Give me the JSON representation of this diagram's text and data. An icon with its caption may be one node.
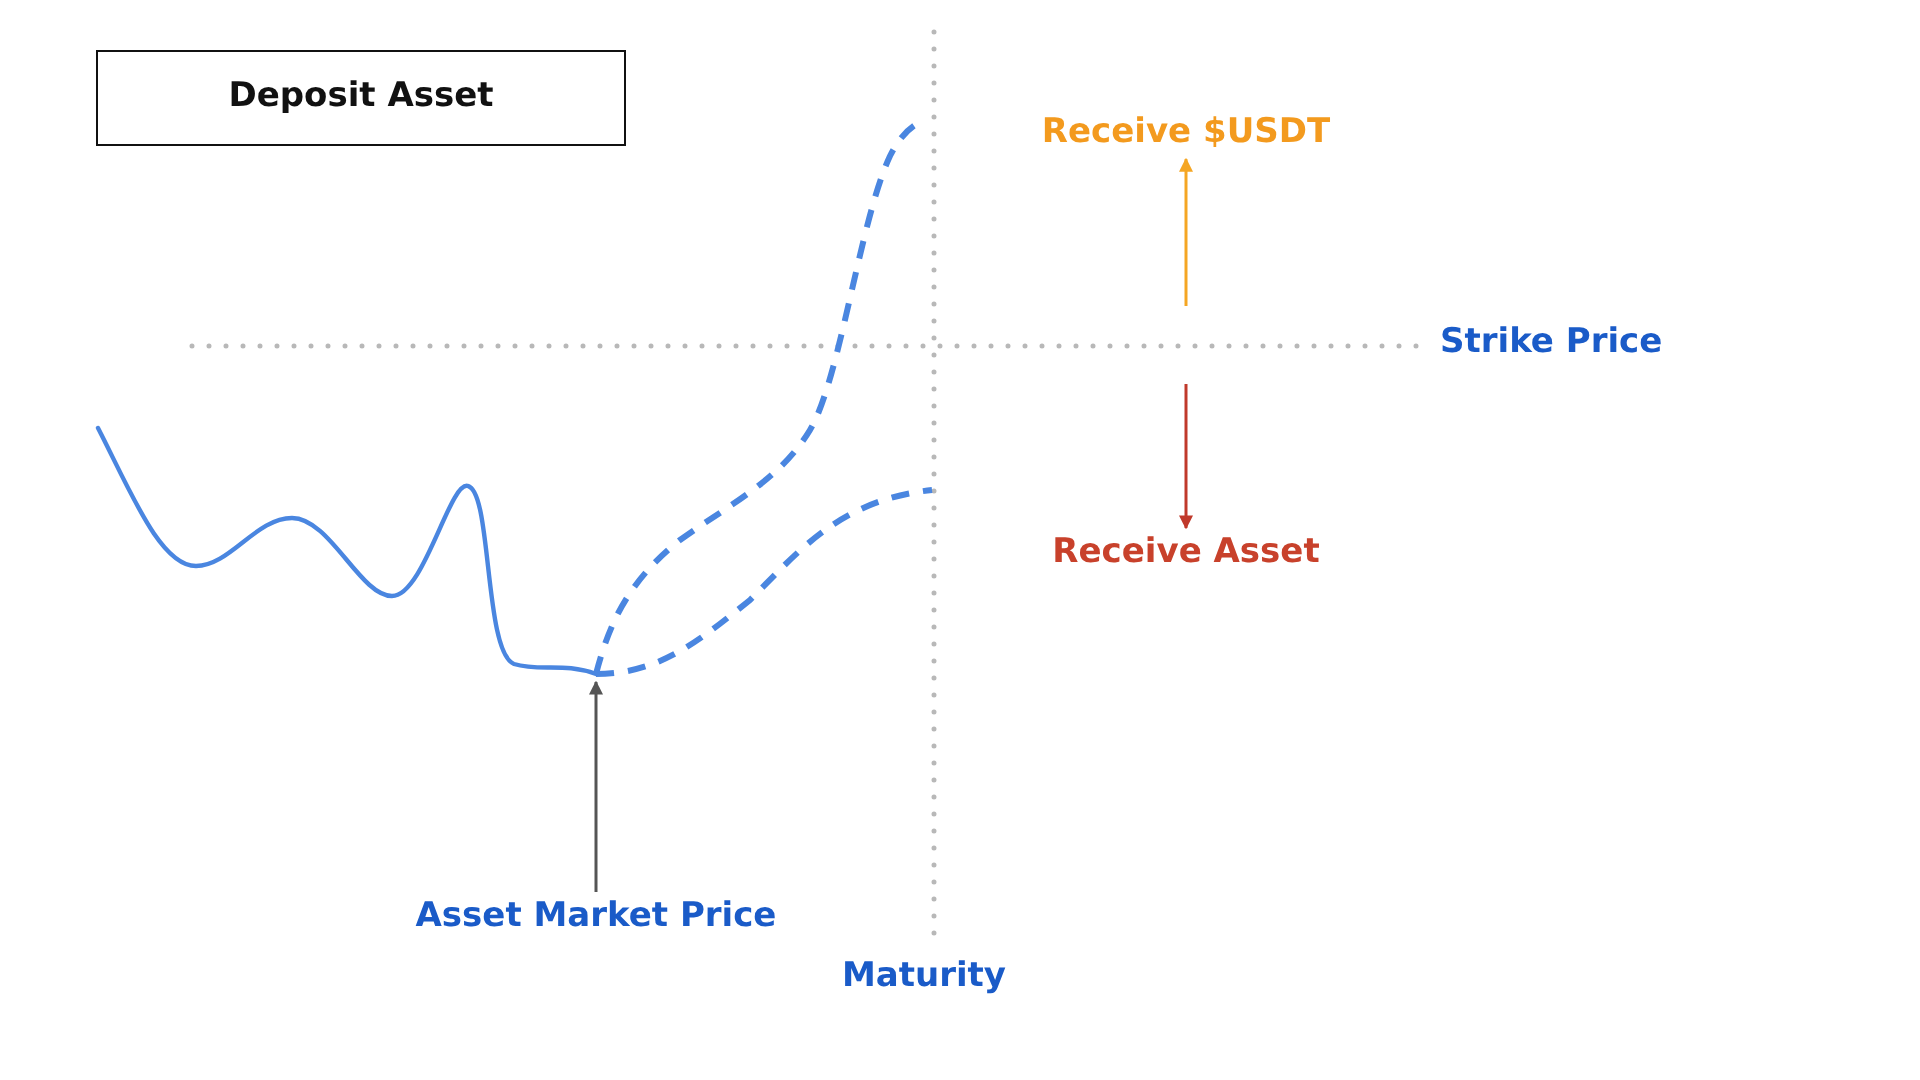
{
  "diagram": {
    "nodes": [
      {
        "text": [
          "Deposit Asset"
        ]
      },
      {
        "text": [
          "Receive $USDT"
        ]
      },
      {
        "text": [
          "Receive Asset"
        ]
      },
      {
        "text": [
          "Asset Market Price"
        ]
      }
    ],
    "edges": [
      {
        "from": null,
        "to": 1,
        "arrow": "to",
        "color": "#f5a623"
      },
      {
        "from": null,
        "to": 2,
        "arrow": "to",
        "color": "#c0392b"
      },
      {
        "from": 3,
        "to": null,
        "arrow": "to",
        "color": "#555555"
      }
    ],
    "labels": [
      "Strike Price",
      "Maturity"
    ]
  }
}
